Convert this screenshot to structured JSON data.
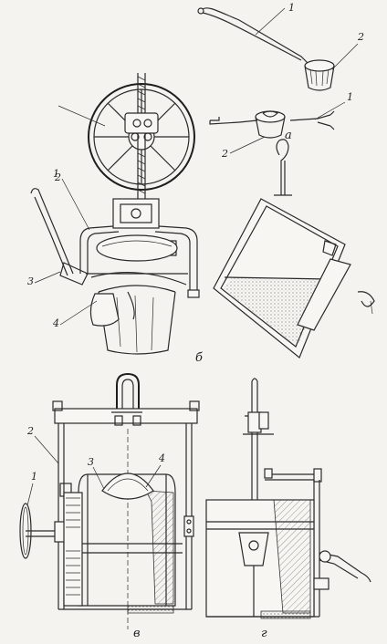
{
  "labels": {
    "a_1": "1",
    "a_2": "2",
    "a_1b": "1",
    "a_2b": "2",
    "a_cap": "а",
    "b_1": "1",
    "b_2": "2",
    "b_3": "3",
    "b_4": "4",
    "b_cap": "б",
    "v_1": "1",
    "v_2": "2",
    "v_3": "3",
    "v_4": "4",
    "v_cap": "в",
    "g_cap": "г"
  }
}
